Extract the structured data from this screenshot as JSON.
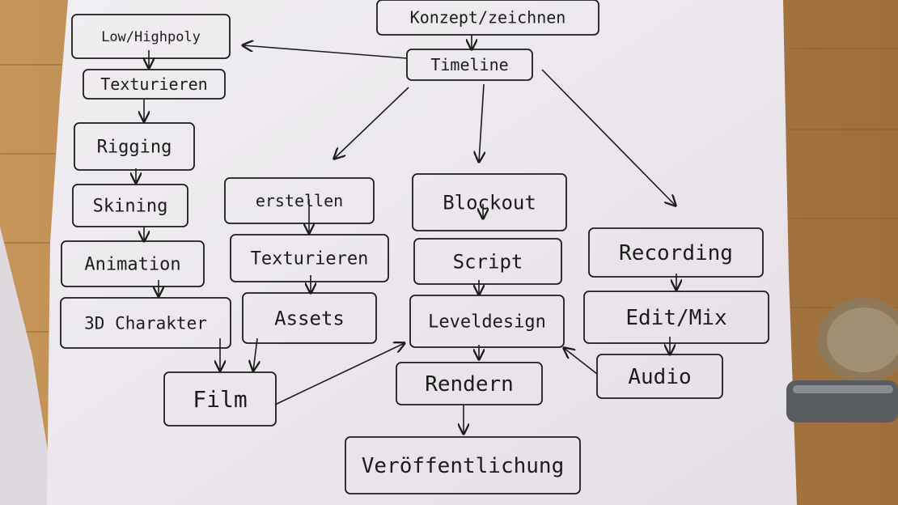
{
  "nodes": [
    {
      "id": "konzept",
      "label": "Konzept/zeichnen"
    },
    {
      "id": "timeline",
      "label": "Timeline"
    },
    {
      "id": "lowhigh",
      "label": "Low/Highpoly"
    },
    {
      "id": "textur1",
      "label": "Texturieren"
    },
    {
      "id": "rigging",
      "label": "Rigging"
    },
    {
      "id": "skining",
      "label": "Skining"
    },
    {
      "id": "animation",
      "label": "Animation"
    },
    {
      "id": "charakter",
      "label": "3D Charakter"
    },
    {
      "id": "erstellen",
      "label": "erstellen"
    },
    {
      "id": "textur2",
      "label": "Texturieren"
    },
    {
      "id": "assets",
      "label": "Assets"
    },
    {
      "id": "film",
      "label": "Film"
    },
    {
      "id": "blockout",
      "label": "Blockout"
    },
    {
      "id": "script",
      "label": "Script"
    },
    {
      "id": "leveldesign",
      "label": "Leveldesign"
    },
    {
      "id": "rendern",
      "label": "Rendern"
    },
    {
      "id": "veroeff",
      "label": "Veröffentlichung"
    },
    {
      "id": "recording",
      "label": "Recording"
    },
    {
      "id": "editmix",
      "label": "Edit/Mix"
    },
    {
      "id": "audio",
      "label": "Audio"
    }
  ],
  "edges": [
    {
      "from": "konzept",
      "to": "timeline"
    },
    {
      "from": "timeline",
      "to": "lowhigh"
    },
    {
      "from": "timeline",
      "to": "erstellen"
    },
    {
      "from": "timeline",
      "to": "blockout"
    },
    {
      "from": "timeline",
      "to": "recording"
    },
    {
      "from": "lowhigh",
      "to": "textur1"
    },
    {
      "from": "textur1",
      "to": "rigging"
    },
    {
      "from": "rigging",
      "to": "skining"
    },
    {
      "from": "skining",
      "to": "animation"
    },
    {
      "from": "animation",
      "to": "charakter"
    },
    {
      "from": "charakter",
      "to": "film"
    },
    {
      "from": "erstellen",
      "to": "textur2"
    },
    {
      "from": "textur2",
      "to": "assets"
    },
    {
      "from": "assets",
      "to": "film"
    },
    {
      "from": "film",
      "to": "leveldesign"
    },
    {
      "from": "blockout",
      "to": "script"
    },
    {
      "from": "script",
      "to": "leveldesign"
    },
    {
      "from": "leveldesign",
      "to": "rendern"
    },
    {
      "from": "rendern",
      "to": "veroeff"
    },
    {
      "from": "recording",
      "to": "editmix"
    },
    {
      "from": "editmix",
      "to": "audio"
    },
    {
      "from": "audio",
      "to": "leveldesign"
    }
  ],
  "colors": {
    "floor": "#b98a4e",
    "paper": "#ece8ec",
    "ink": "#1c1c1c"
  }
}
